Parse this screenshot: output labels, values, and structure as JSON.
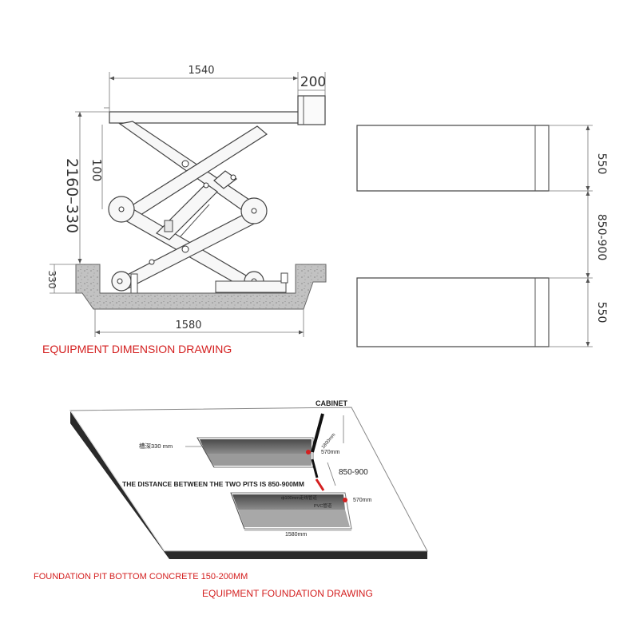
{
  "dimension_drawing": {
    "dim_top_width": "1540",
    "dim_top_extra": "200",
    "dim_height": "2160–330",
    "dim_platform": "100",
    "dim_pit_depth": "330",
    "dim_bottom_width": "1580",
    "caption": "EQUIPMENT DIMENSION DRAWING"
  },
  "plan_view": {
    "dim_pit1": "550",
    "dim_gap": "850-900",
    "dim_pit2": "550"
  },
  "foundation_drawing": {
    "cabinet_label": "CABINET",
    "pit_depth_label": "槽深330 mm",
    "cabinet_dist_label": "1800mm",
    "pit1_width_label": "570mm",
    "gap_label": "850-900",
    "distance_note": "THE DISTANCE BETWEEN THE TWO PITS IS 850-900MM",
    "pipe_label": "ф100mm走线管道",
    "pvc_label": "PVC管道",
    "pit2_width_label": "570mm",
    "pit_length_label": "1580mm",
    "concrete_note": "FOUNDATION PIT BOTTOM CONCRETE 150-200MM",
    "caption": "EQUIPMENT FOUNDATION DRAWING"
  },
  "colors": {
    "caption_red": "#d42020",
    "concrete": "#b9b9b9",
    "slab_dark": "#2a2a2a"
  }
}
